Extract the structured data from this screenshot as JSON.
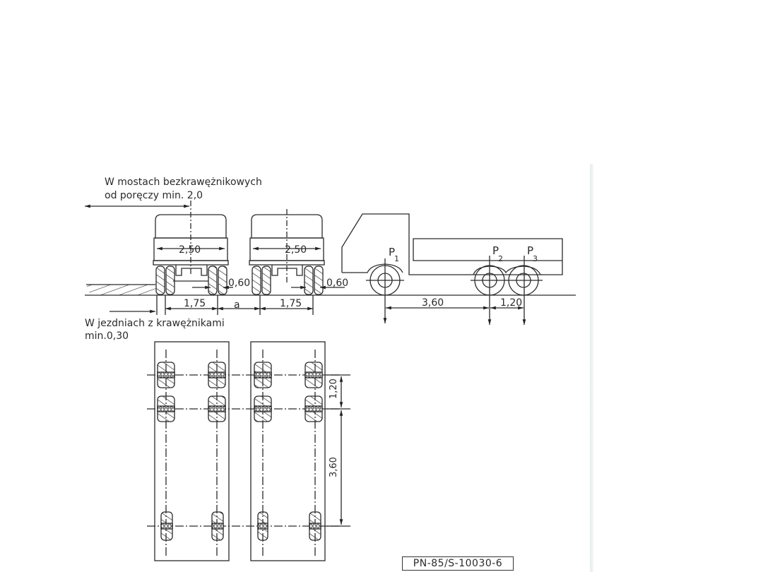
{
  "drawing": {
    "top_note_line1": "W  mostach bezkrawężnikowych",
    "top_note_line2": "od poręczy min. 2,0",
    "curb_note_line1": "W  jezdniach z krawężnikami",
    "curb_note_line2": "min.0,30",
    "vehicle_width_left": "2,50",
    "vehicle_width_right": "2,50",
    "wheel_spacing_left": "1,75",
    "wheel_spacing_right": "1,75",
    "gap_between_vehicles": "a",
    "wheel_offset_left": "0,60",
    "wheel_offset_right": "0,60",
    "axle_spacing_front_rear": "3,60",
    "axle_spacing_rear_tandem": "1,20",
    "load_p1": "P",
    "load_p1_sub": "1",
    "load_p2": "P",
    "load_p2_sub": "2",
    "load_p3": "P",
    "load_p3_sub": "3",
    "plan_axle_spacing_tandem": "1,20",
    "plan_axle_spacing_main": "3,60",
    "standard_reference": "PN-85/S-10030-6"
  },
  "colors": {
    "ink": "#2a2a2a",
    "paper": "#ffffff",
    "scan_edge": "#e6ecee"
  }
}
